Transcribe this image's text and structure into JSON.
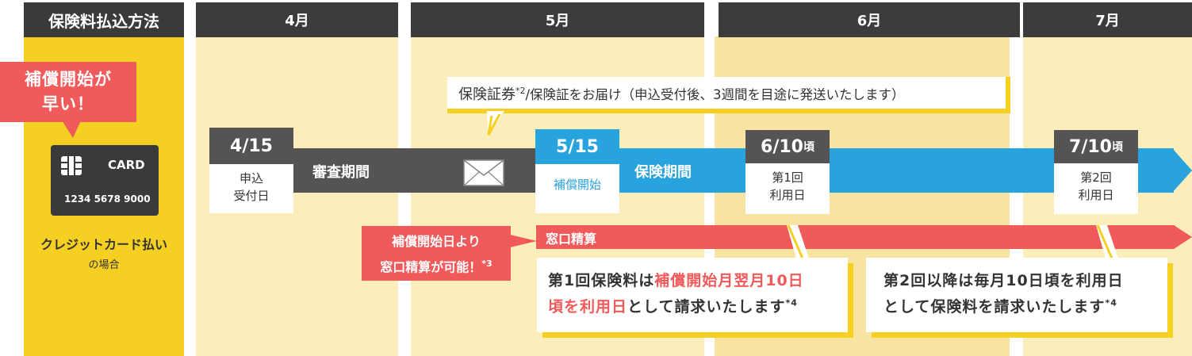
{
  "headers": {
    "method": "保険料払込方法",
    "apr": "4月",
    "may": "5月",
    "jun": "6月",
    "jul": "7月"
  },
  "left": {
    "early_callout": "補償開始が早い！",
    "early_line1": "補償開始が",
    "early_line2": "早い！",
    "card_label": "CARD",
    "card_number": "1234 5678 9000",
    "payment_title": "クレジットカード払い",
    "payment_sub": "の場合"
  },
  "notice": {
    "text_a": "保険証券",
    "sup_a": "*2",
    "text_b": "/保険証をお届け（申込受付後、3週間を目途に発送いたします）"
  },
  "timeline": {
    "apply_date": "4/15",
    "apply_label_1": "申込",
    "apply_label_2": "受付日",
    "review": "審査期間",
    "start_date": "5/15",
    "start_label": "補償開始",
    "coverage": "保険期間",
    "first_date": "6/10",
    "first_date_suffix": "頃",
    "first_label_1": "第1回",
    "first_label_2": "利用日",
    "second_date": "7/10",
    "second_date_suffix": "頃",
    "second_label_1": "第2回",
    "second_label_2": "利用日"
  },
  "counter": {
    "bar_label": "窓口精算",
    "callout_1": "補償開始日より",
    "callout_2": "窓口精算が可能！",
    "callout_sup": "*3"
  },
  "notes": {
    "first_a": "第1回保険料は",
    "first_red_a": "補償開始月翌月10日",
    "first_red_b": "頃を利用日",
    "first_b": "として請求いたします",
    "first_sup": "*4",
    "second_line1": "第2回以降は毎月10日頃を利用日",
    "second_line2": "として保険料を請求いたします",
    "second_sup": "*4"
  },
  "colors": {
    "yellow": "#f5cf21",
    "cream": "#fbeebb",
    "dark": "#3a3a3a",
    "blue": "#29a3de",
    "red": "#f05a5a",
    "gray_bar": "#555354"
  }
}
